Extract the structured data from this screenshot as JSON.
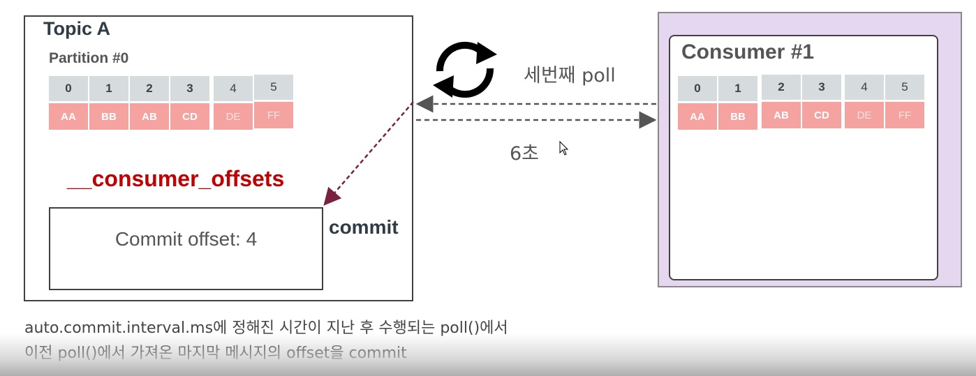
{
  "topic": {
    "title": "Topic A",
    "partition": "Partition #0",
    "indices": [
      "0",
      "1",
      "2",
      "3",
      "4",
      "5"
    ],
    "values": [
      "AA",
      "BB",
      "AB",
      "CD",
      "DE",
      "FF"
    ]
  },
  "offsets_title": "__consumer_offsets",
  "commit_box_text": "Commit offset: 4",
  "commit_label": "commit",
  "consumer": {
    "title": "Consumer #1",
    "indices": [
      "0",
      "1",
      "2",
      "3",
      "4",
      "5"
    ],
    "values": [
      "AA",
      "BB",
      "AB",
      "CD",
      "DE",
      "FF"
    ]
  },
  "poll_label": "세번째 poll",
  "seconds_label": "6초",
  "caption": {
    "line1": "auto.commit.interval.ms에 정해진 시간이 지난 후 수행되는 poll()에서",
    "line2": "이전 poll()에서 가져온 마지막 메시지의 offset을 commit"
  },
  "colors": {
    "index_bg": "#d6dbdd",
    "value_bg": "#f4a3a0",
    "consumer_bg": "#e4d7ef",
    "offsets_title": "#c00000",
    "commit_arrow": "#7b2140"
  },
  "icons": [
    "refresh-cycle-icon",
    "mouse-cursor-icon"
  ]
}
